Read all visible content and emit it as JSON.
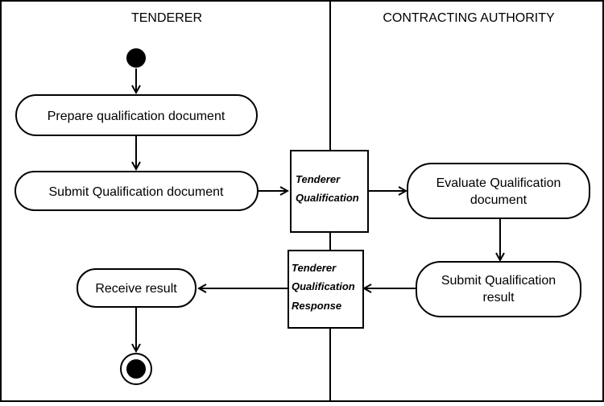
{
  "lanes": {
    "left": "TENDERER",
    "right": "CONTRACTING AUTHORITY"
  },
  "activities": {
    "prepare": "Prepare qualification document",
    "submit_doc": "Submit Qualification document",
    "evaluate": [
      "Evaluate  Qualification",
      "document"
    ],
    "submit_result": [
      "Submit Qualification",
      "result"
    ],
    "receive": "Receive result"
  },
  "objects": {
    "qualification": [
      "Tenderer",
      "Qualification"
    ],
    "response": [
      "Tenderer",
      "Qualification",
      "Response"
    ]
  }
}
